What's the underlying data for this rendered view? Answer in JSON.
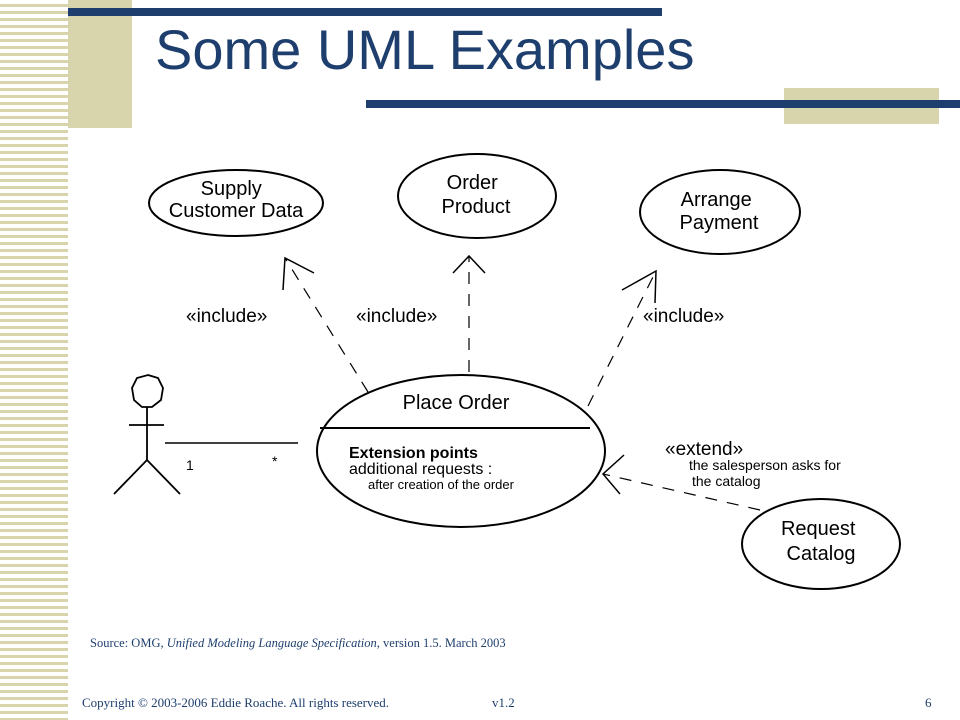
{
  "slide": {
    "title": "Some UML Examples",
    "source": {
      "prefix": "Source: OMG, ",
      "work": "Unified Modeling Language Specification",
      "suffix": ", version 1.5. March 2003"
    },
    "footer": {
      "copyright": "Copyright © 2003-2006 Eddie Roache. All rights reserved.",
      "version": "v1.2",
      "page_number": "6"
    }
  },
  "diagram": {
    "use_cases": {
      "supply_customer_data": [
        "Supply",
        "Customer Data"
      ],
      "order_product": [
        "Order",
        "Product"
      ],
      "arrange_payment": [
        "Arrange",
        "Payment"
      ],
      "place_order": {
        "name": "Place Order",
        "extension_points_heading": "Extension points",
        "extension_point": "additional requests :",
        "extension_detail": "after creation of the order"
      },
      "request_catalog": [
        "Request",
        "Catalog"
      ]
    },
    "relationships": {
      "include_left": "«include»",
      "include_center": "«include»",
      "include_right": "«include»",
      "extend": "«extend»",
      "extend_condition": [
        "the salesperson asks for",
        "the catalog"
      ]
    },
    "association": {
      "actor_multiplicity": "1",
      "usecase_multiplicity": "*"
    }
  },
  "colors": {
    "title": "#1e3f6e",
    "accent_bar": "#1e3f6e",
    "stripe": "#d8d4ab",
    "block": "#d8d4ab"
  }
}
